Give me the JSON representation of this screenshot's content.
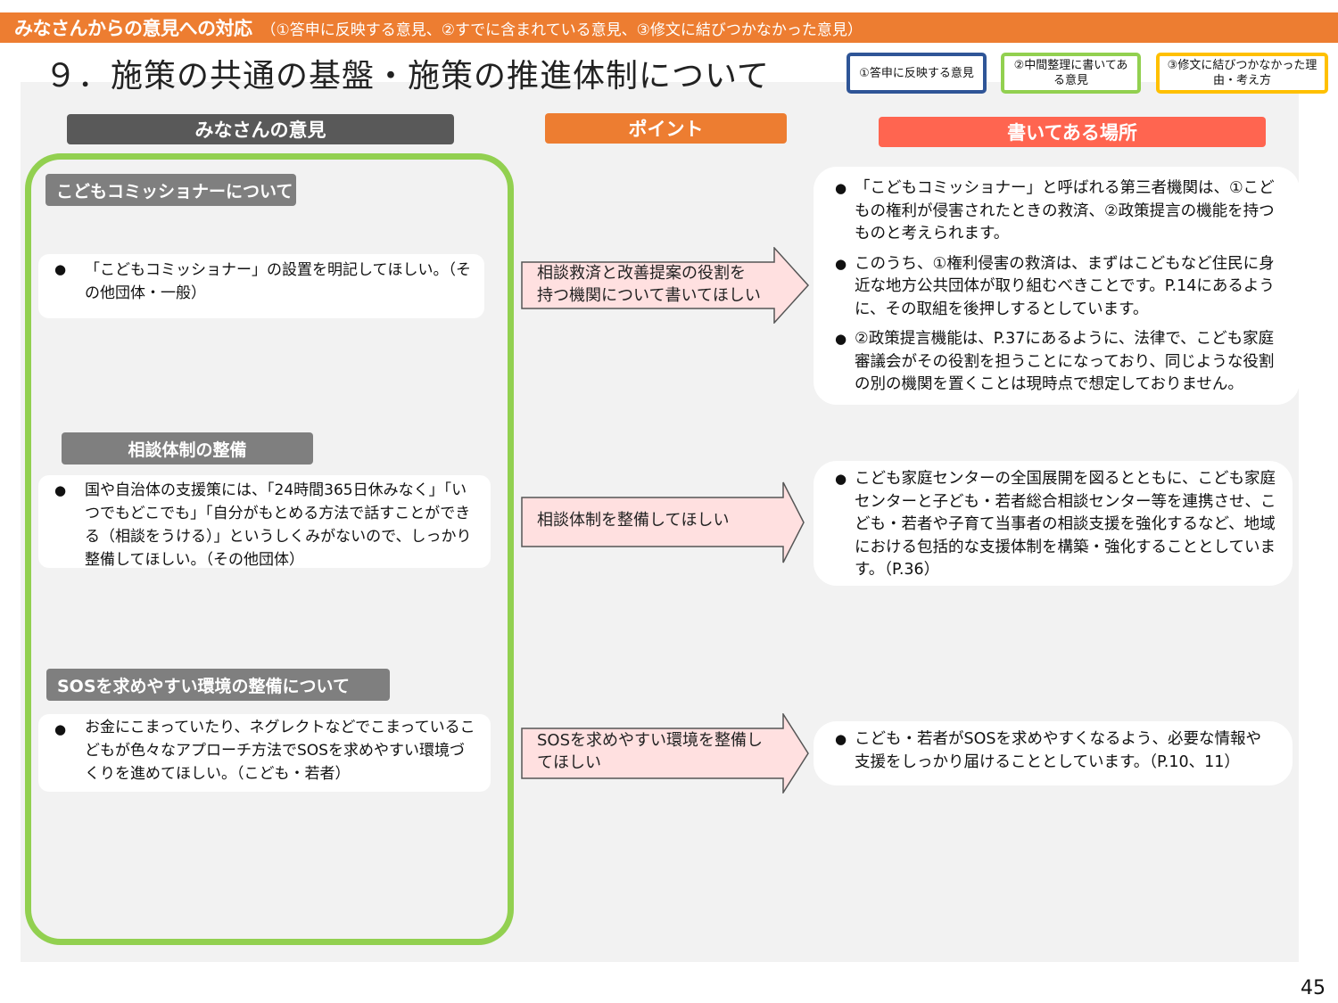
{
  "header": {
    "title": "みなさんからの意見への対応",
    "subtitle": "（①答申に反映する意見、②すでに含まれている意見、③修文に結びつかなかった意見）"
  },
  "page_title": "９．施策の共通の基盤・施策の推進体制について",
  "legend": [
    {
      "label": "①答申に反映する意見",
      "color": "#2F5597"
    },
    {
      "label": "②中間整理に書いてある意見",
      "color": "#92D050"
    },
    {
      "label": "③修文に結びつかなかった理由・考え方",
      "color": "#FFC000"
    }
  ],
  "columns": {
    "opinions": "みなさんの意見",
    "point": "ポイント",
    "where": "書いてある場所"
  },
  "colors": {
    "header_bar": "#ED7D31",
    "opinions_head": "#595959",
    "point_head": "#ED7D31",
    "where_head": "#FF6550",
    "frame_green": "#92D050",
    "arrow_fill": "#FFE0E0",
    "canvas_bg": "#F2F2F2"
  },
  "sections": [
    {
      "topic": "こどもコミッショナーについて",
      "opinion": "「こどもコミッショナー」の設置を明記してほしい。（その他団体・一般）",
      "point": "相談救済と改善提案の役割を\n持つ機関について書いてほしい",
      "where": [
        "「こどもコミッショナー」と呼ばれる第三者機関は、①こどもの権利が侵害されたときの救済、②政策提言の機能を持つものと考えられます。",
        "このうち、①権利侵害の救済は、まずはこどもなど住民に身近な地方公共団体が取り組むべきことです。P.14にあるように、その取組を後押しするとしています。",
        "②政策提言機能は、P.37にあるように、法律で、こども家庭審議会がその役割を担うことになっており、同じような役割の別の機関を置くことは現時点で想定しておりません。"
      ]
    },
    {
      "topic": "相談体制の整備",
      "opinion": "国や自治体の支援策には、「24時間365日休みなく」「いつでもどこでも」「自分がもとめる方法で話すことができる（相談をうける）」というしくみがないので、しっかり整備してほしい。（その他団体）",
      "point": "相談体制を整備してほしい",
      "where": [
        "こども家庭センターの全国展開を図るとともに、こども家庭センターと子ども・若者総合相談センター等を連携させ、こども・若者や子育て当事者の相談支援を強化するなど、地域における包括的な支援体制を構築・強化することとしています。（P.36）"
      ]
    },
    {
      "topic": "SOSを求めやすい環境の整備について",
      "opinion": "お金にこまっていたり、ネグレクトなどでこまっているこどもが色々なアプローチ方法でSOSを求めやすい環境づくりを進めてほしい。（こども・若者）",
      "point": "SOSを求めやすい環境を整備し\nてほしい",
      "where": [
        "こども・若者がSOSを求めやすくなるよう、必要な情報や支援をしっかり届けることとしています。（P.10、11）"
      ]
    }
  ],
  "bullet": "●",
  "page_number": "45"
}
